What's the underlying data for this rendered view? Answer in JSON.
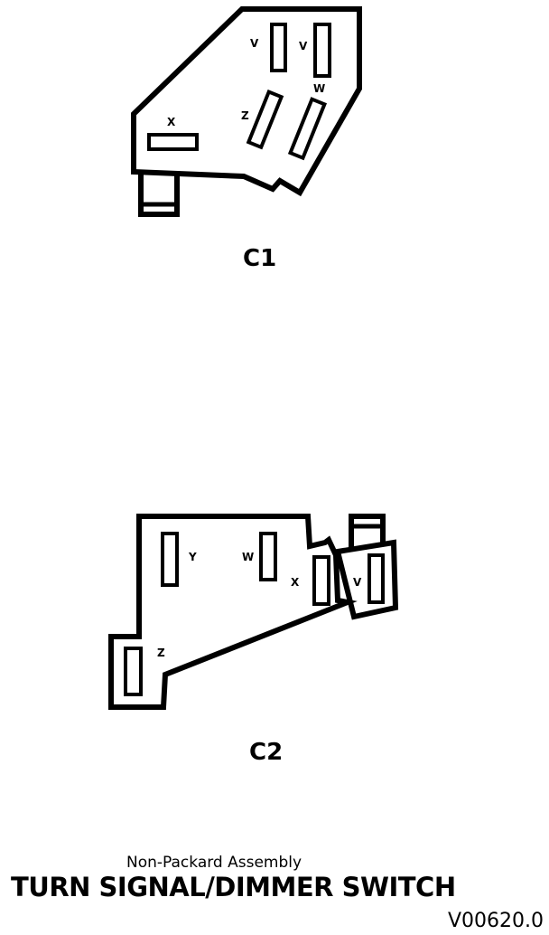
{
  "connectors": [
    {
      "name": "C1",
      "pins": [
        "V",
        "V",
        "W",
        "Z",
        "X"
      ]
    },
    {
      "name": "C2",
      "pins": [
        "Y",
        "W",
        "X",
        "V",
        "Z"
      ]
    }
  ],
  "caption": {
    "subtitle": "Non-Packard Assembly",
    "title": "TURN SIGNAL/DIMMER SWITCH",
    "figure_code": "V00620.0"
  }
}
